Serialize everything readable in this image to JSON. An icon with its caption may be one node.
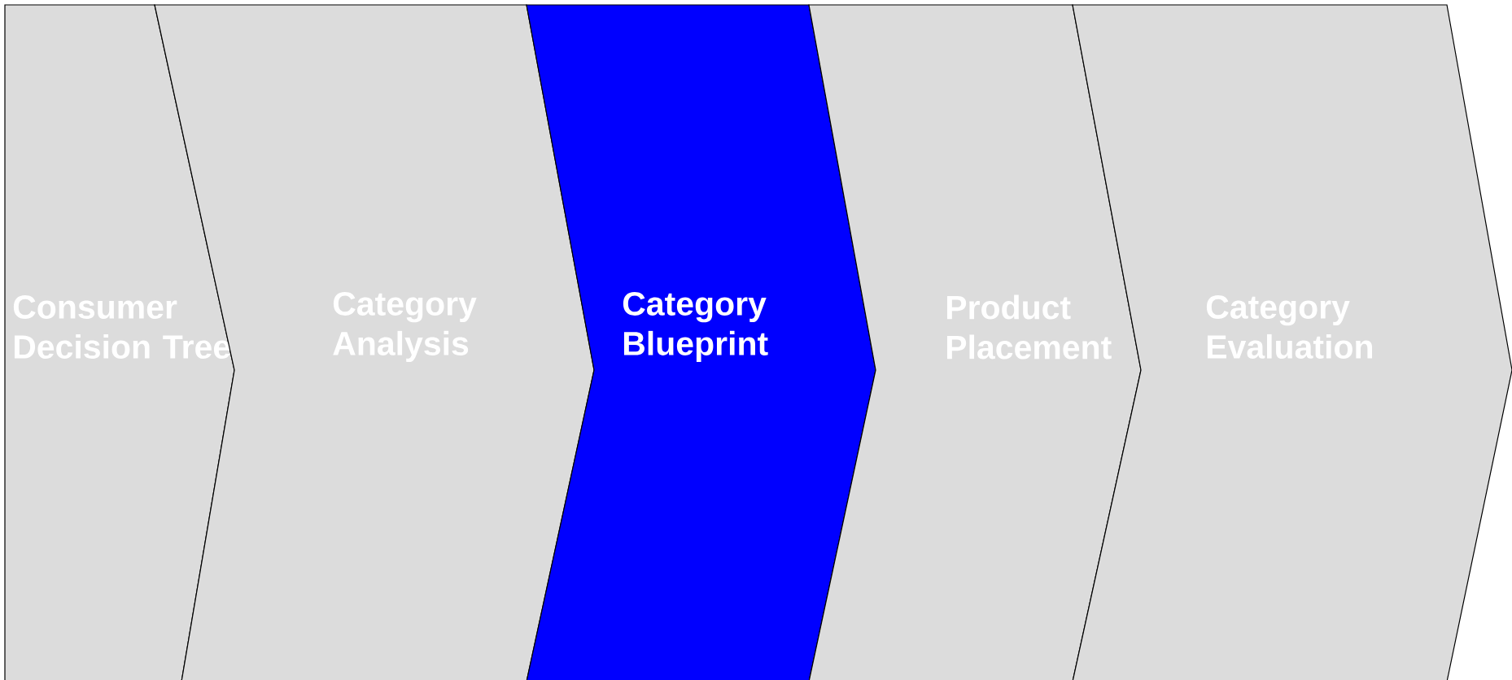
{
  "diagram": {
    "nodes": [
      {
        "text": [
          "Consumer Decision Tree"
        ]
      },
      {
        "text": [
          "Category Analysis"
        ]
      },
      {
        "text": [
          "Category Blueprint"
        ]
      },
      {
        "text": [
          "Product Placement"
        ]
      },
      {
        "text": [
          "Category Evaluation"
        ]
      }
    ]
  }
}
